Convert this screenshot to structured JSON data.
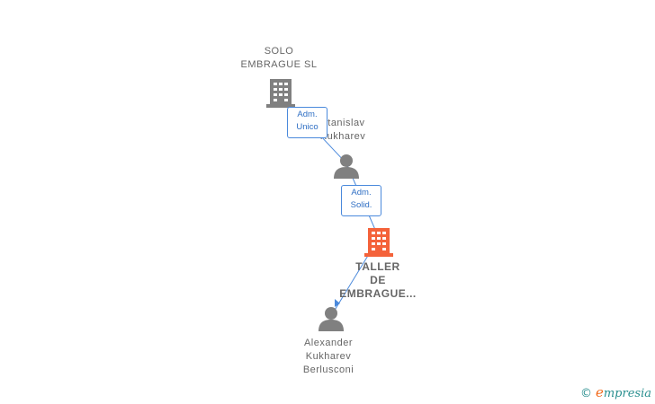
{
  "nodes": {
    "solo": {
      "line1": "SOLO",
      "line2": "EMBRAGUE  SL"
    },
    "stanislav": {
      "line1": "Stanislav",
      "line2": "Kukharev"
    },
    "taller": {
      "line1": "TALLER",
      "line2": "DE",
      "line3": "EMBRAGUE..."
    },
    "alexander": {
      "line1": "Alexander",
      "line2": "Kukharev",
      "line3": "Berlusconi"
    }
  },
  "roles": {
    "adm_unico": {
      "line1": "Adm.",
      "line2": "Unico"
    },
    "adm_solid": {
      "line1": "Adm.",
      "line2": "Solid."
    }
  },
  "watermark": {
    "copyright": "©",
    "brand_initial": "e",
    "brand_rest": "mpresia"
  },
  "colors": {
    "company": "#808080",
    "main_company": "#f4623a",
    "person": "#808080",
    "edge": "#4a89dc"
  }
}
